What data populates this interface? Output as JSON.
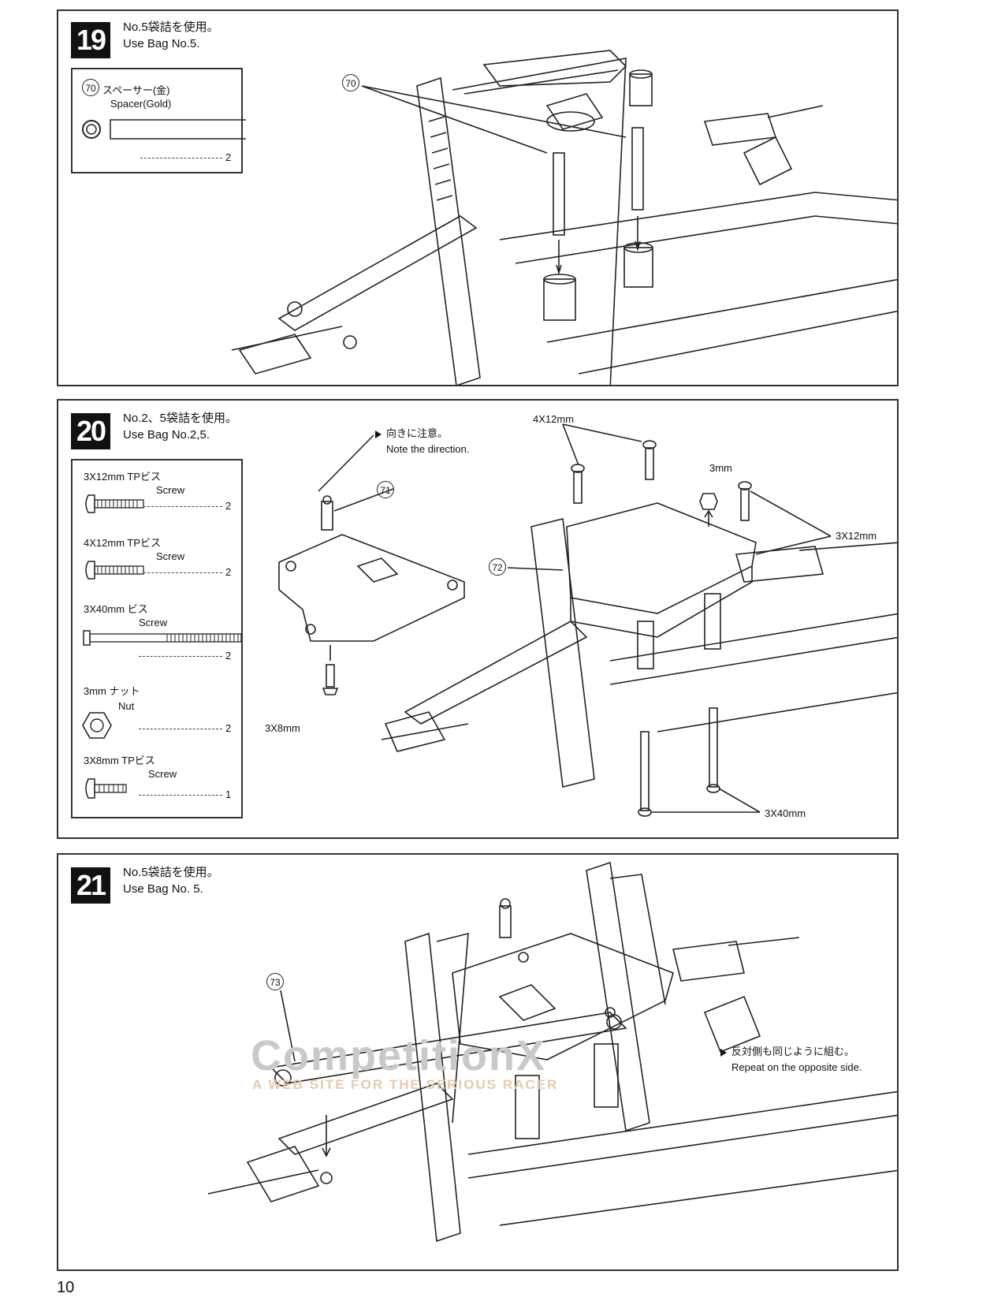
{
  "steps": [
    {
      "number": "19",
      "jp": "No.5袋詰を使用。",
      "en": "Use Bag No.5.",
      "parts": [
        {
          "callout": "70",
          "jp": "スペーサー(金)",
          "en": "Spacer(Gold)",
          "qty": "2"
        }
      ],
      "callouts": [
        "70"
      ]
    },
    {
      "number": "20",
      "jp": "No.2、5袋詰を使用。",
      "en": "Use Bag No.2,5.",
      "parts": [
        {
          "jp": "3X12mm TPビス",
          "en": "Screw",
          "qty": "2"
        },
        {
          "jp": "4X12mm TPビス",
          "en": "Screw",
          "qty": "2"
        },
        {
          "jp": "3X40mm ビス",
          "en": "Screw",
          "qty": "2"
        },
        {
          "jp": "3mm ナット",
          "en": "Nut",
          "qty": "2"
        },
        {
          "jp": "3X8mm TPビス",
          "en": "Screw",
          "qty": "1"
        }
      ],
      "note_jp": "向きに注意。",
      "note_en": "Note the direction.",
      "callouts": [
        "71",
        "72"
      ],
      "labels": {
        "screw_4x12": "4X12mm",
        "nut_3mm": "3mm",
        "screw_3x12": "3X12mm",
        "screw_3x8": "3X8mm",
        "screw_3x40": "3X40mm"
      }
    },
    {
      "number": "21",
      "jp": "No.5袋詰を使用。",
      "en": "Use Bag No. 5.",
      "callouts": [
        "73"
      ],
      "note_jp": "反対側も同じように組む。",
      "note_en": "Repeat on the opposite side."
    }
  ],
  "watermark": {
    "logo_main": "CompetitionX",
    "tagline": "A WEB SITE     FOR THE SERIOUS RACER"
  },
  "page_number": "10"
}
